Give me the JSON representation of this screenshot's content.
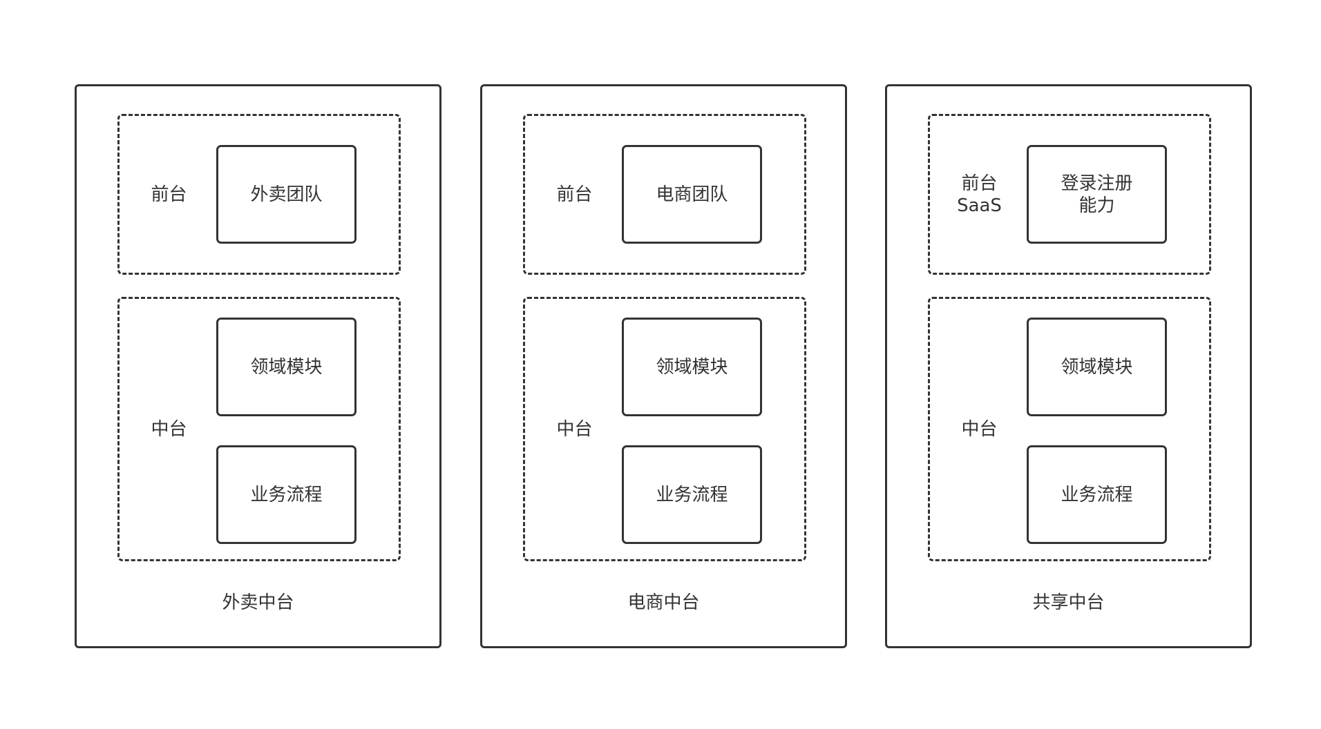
{
  "panels": [
    {
      "title": "外卖中台",
      "front": {
        "label": "前台",
        "box": "外卖团队"
      },
      "middle": {
        "label": "中台",
        "boxes": [
          "领域模块",
          "业务流程"
        ]
      }
    },
    {
      "title": "电商中台",
      "front": {
        "label": "前台",
        "box": "电商团队"
      },
      "middle": {
        "label": "中台",
        "boxes": [
          "领域模块",
          "业务流程"
        ]
      }
    },
    {
      "title": "共享中台",
      "front": {
        "label": "前台\nSaaS",
        "box": "登录注册\n能力"
      },
      "middle": {
        "label": "中台",
        "boxes": [
          "领域模块",
          "业务流程"
        ]
      }
    }
  ]
}
